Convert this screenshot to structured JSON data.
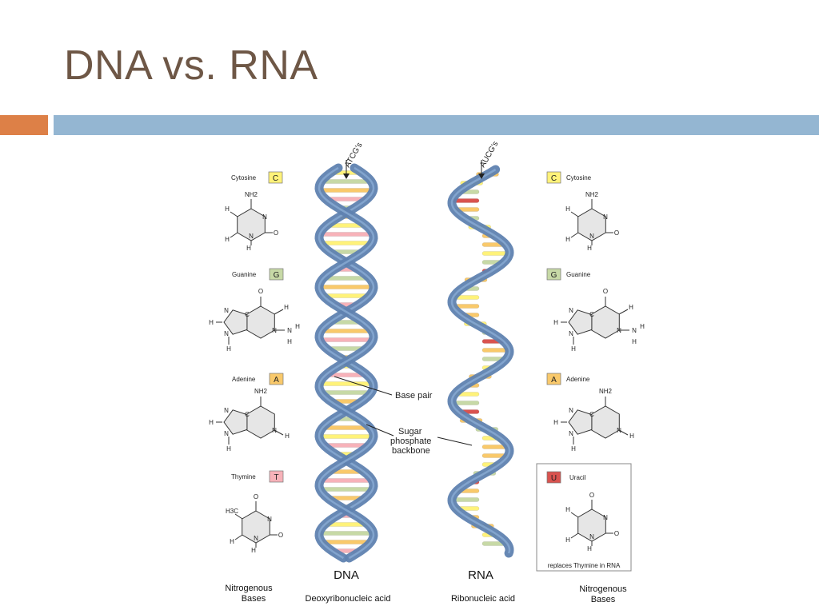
{
  "slide": {
    "title": "DNA vs. RNA"
  },
  "colors": {
    "title": "#6e5746",
    "accent_orange": "#dd8047",
    "accent_blue": "#94b6d2",
    "backbone": "#5f82b0",
    "cytosine": "#fff27a",
    "guanine": "#c7d9a6",
    "adenine": "#f9c96b",
    "thymine": "#f7b2b9",
    "uracil": "#d9534f"
  },
  "diagram": {
    "dna": {
      "arrow_label": "ATCG's",
      "name": "DNA",
      "full_name": "Deoxyribonucleic acid",
      "base_pair_label": "Base pair",
      "backbone_label": [
        "Sugar",
        "phosphate",
        "backbone"
      ]
    },
    "rna": {
      "arrow_label": "AUCG's",
      "name": "RNA",
      "full_name": "Ribonucleic acid"
    },
    "left_bases": [
      {
        "name": "Cytosine",
        "letter": "C"
      },
      {
        "name": "Guanine",
        "letter": "G"
      },
      {
        "name": "Adenine",
        "letter": "A"
      },
      {
        "name": "Thymine",
        "letter": "T"
      }
    ],
    "right_bases": [
      {
        "name": "Cytosine",
        "letter": "C"
      },
      {
        "name": "Guanine",
        "letter": "G"
      },
      {
        "name": "Adenine",
        "letter": "A"
      },
      {
        "name": "Uracil",
        "letter": "U"
      }
    ],
    "uracil_note": "replaces Thymine in RNA",
    "caption_left": [
      "Nitrogenous",
      "Bases"
    ],
    "caption_right": [
      "Nitrogenous",
      "Bases"
    ],
    "atoms": {
      "nh2": "NH2",
      "h": "H",
      "n": "N",
      "c": "C",
      "o": "O",
      "h3c": "H3C"
    }
  }
}
